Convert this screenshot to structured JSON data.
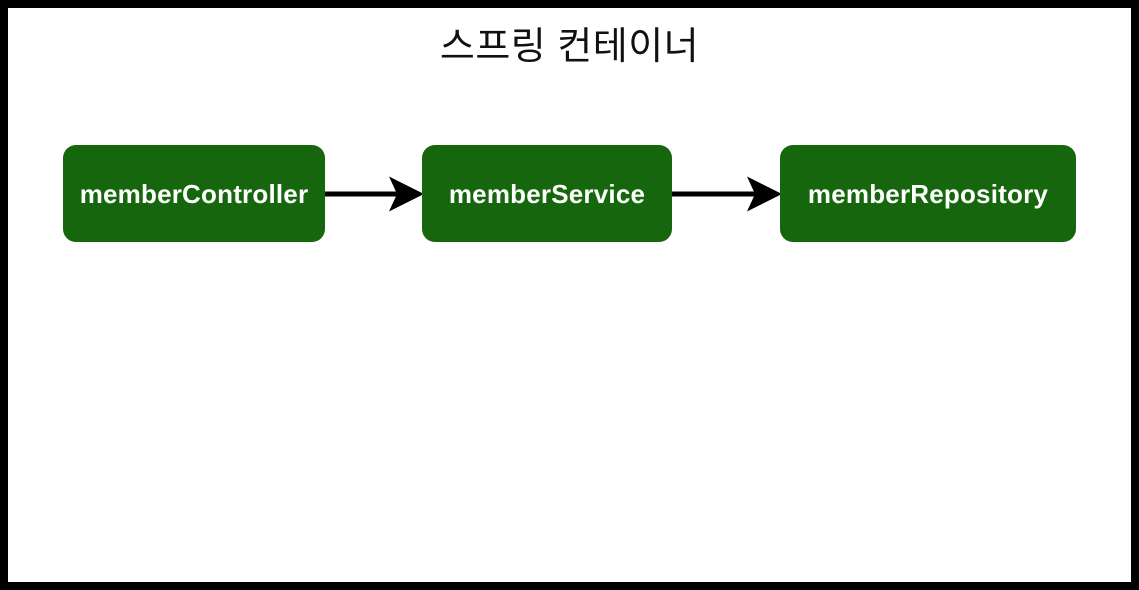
{
  "diagram": {
    "title": "스프링 컨테이너",
    "type": "flow",
    "background_color": "#ffffff",
    "frame_color": "#000000",
    "node_color": "#15660c",
    "node_text_color": "#ffffff",
    "edge_color": "#000000",
    "nodes": [
      {
        "id": "memberController",
        "label": "memberController"
      },
      {
        "id": "memberService",
        "label": "memberService"
      },
      {
        "id": "memberRepository",
        "label": "memberRepository"
      }
    ],
    "edges": [
      {
        "from": "memberController",
        "to": "memberService",
        "style": "solid-arrow"
      },
      {
        "from": "memberService",
        "to": "memberRepository",
        "style": "solid-arrow"
      }
    ]
  }
}
